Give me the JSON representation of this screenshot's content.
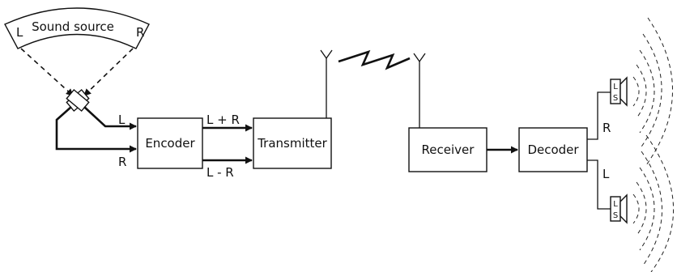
{
  "source": {
    "title": "Sound source",
    "left": "L",
    "right": "R"
  },
  "signals": {
    "mic_left": "L",
    "mic_right": "R",
    "sum": "L + R",
    "diff": "L - R",
    "out_right": "R",
    "out_left": "L"
  },
  "blocks": {
    "encoder": "Encoder",
    "transmitter": "Transmitter",
    "receiver": "Receiver",
    "decoder": "Decoder"
  },
  "speaker_label": {
    "top": "L",
    "bottom": "S"
  }
}
